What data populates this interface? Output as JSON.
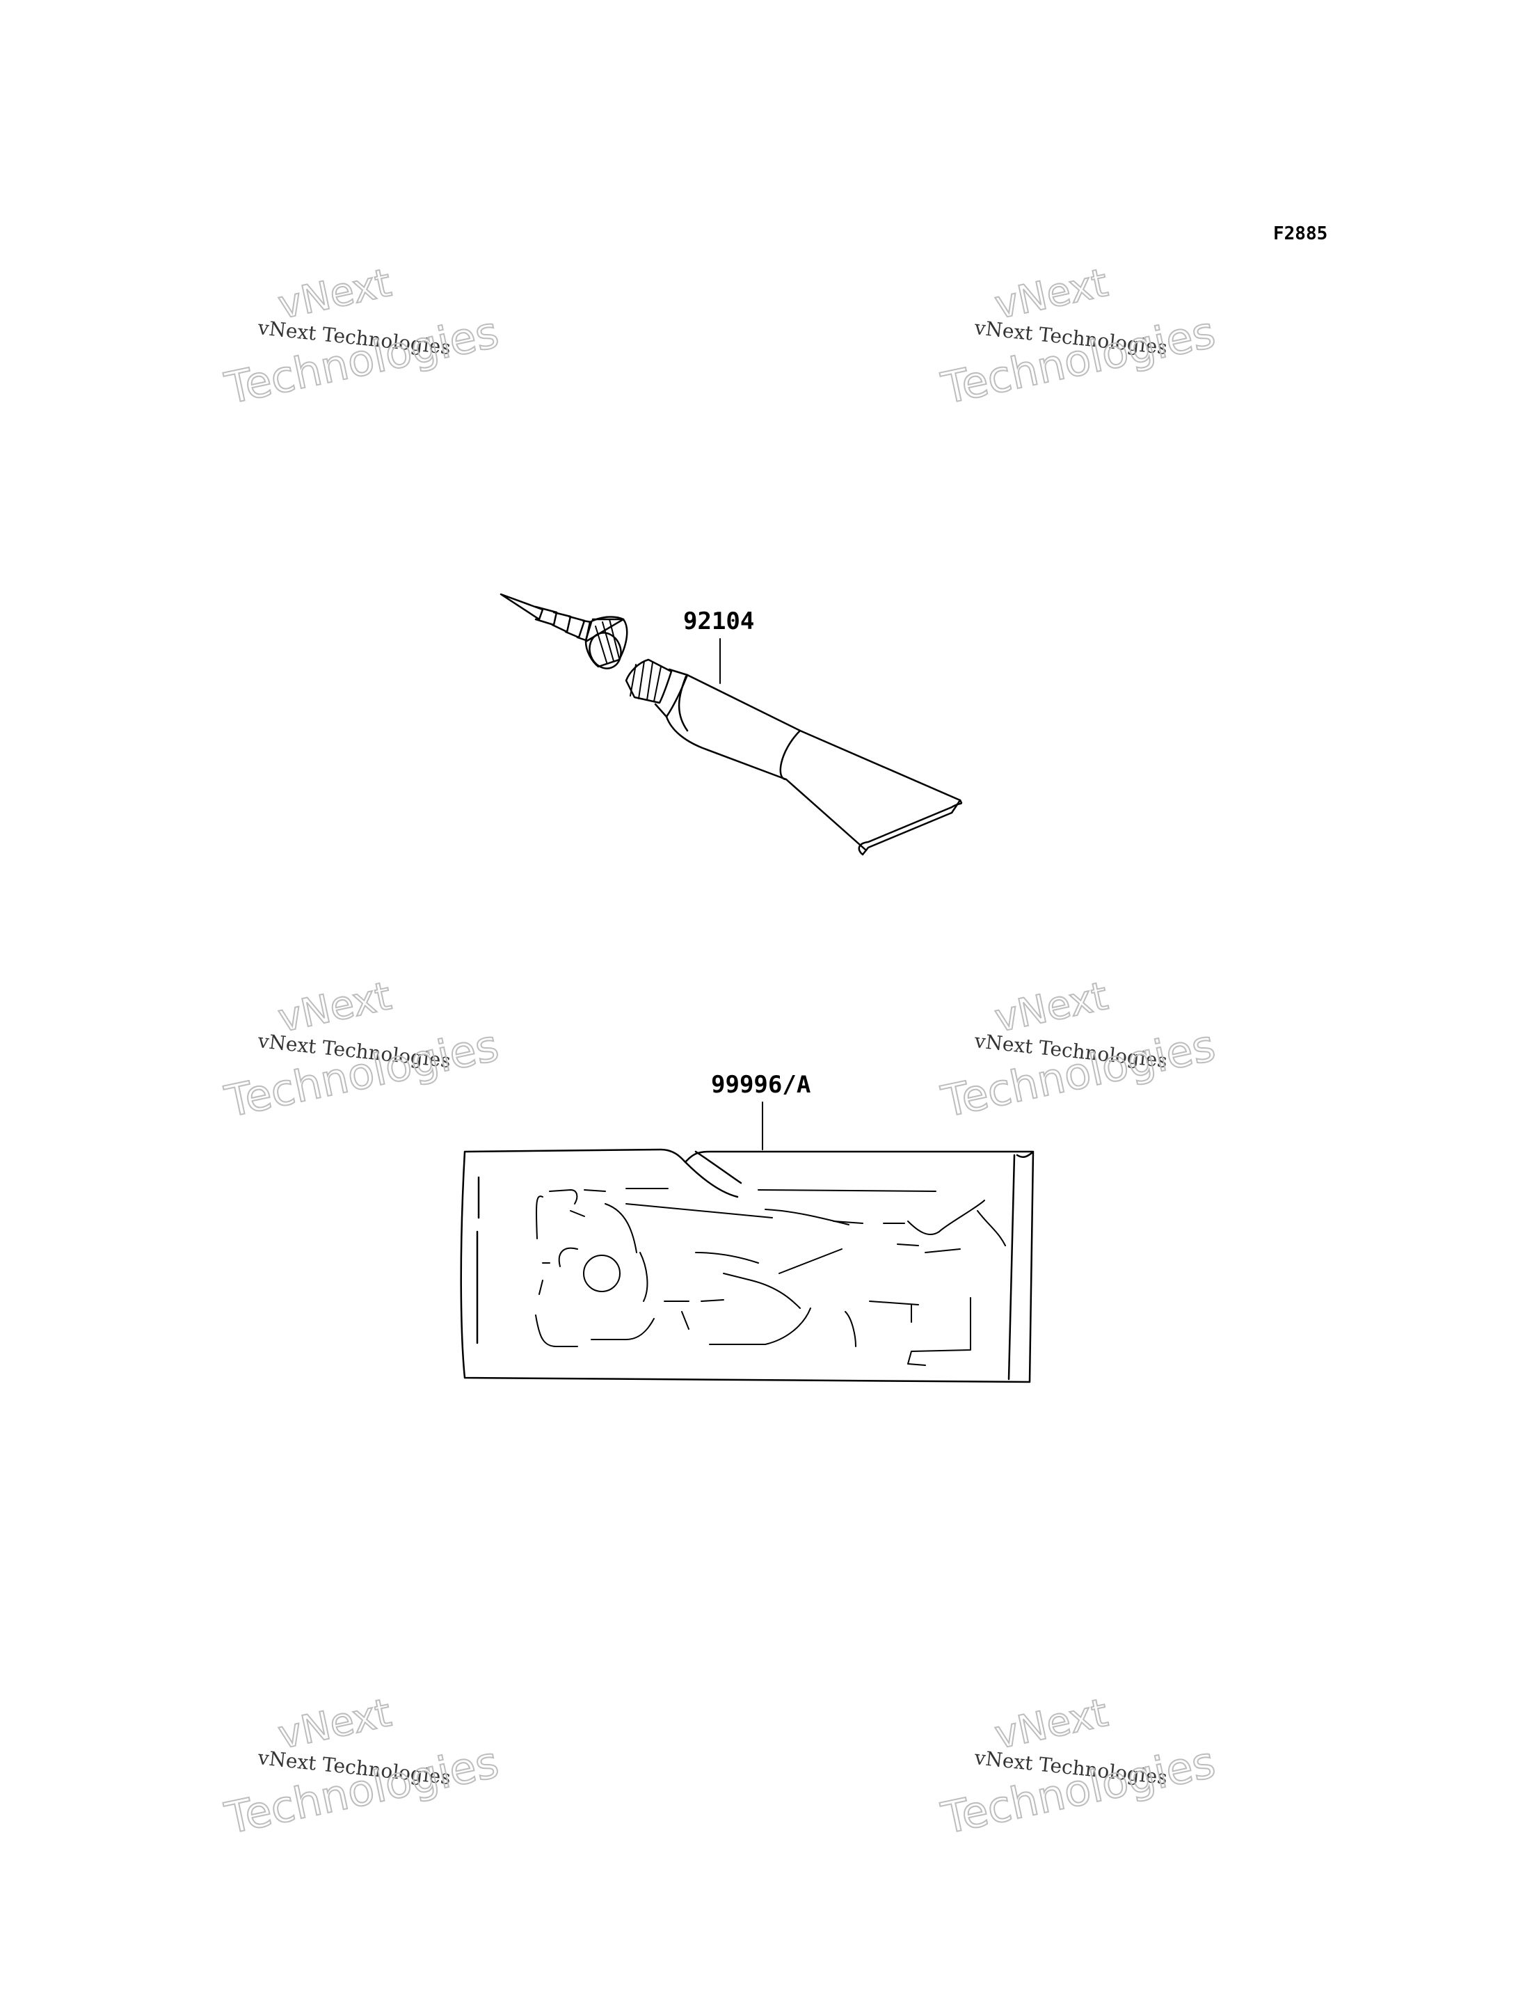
{
  "diagram": {
    "figure_code": "F2885",
    "watermark_line1": "vNext",
    "watermark_line2": "vNext Technologies",
    "watermark_line3": "Technologies",
    "parts": [
      {
        "number": "92104"
      },
      {
        "number": "99996/A"
      }
    ]
  }
}
